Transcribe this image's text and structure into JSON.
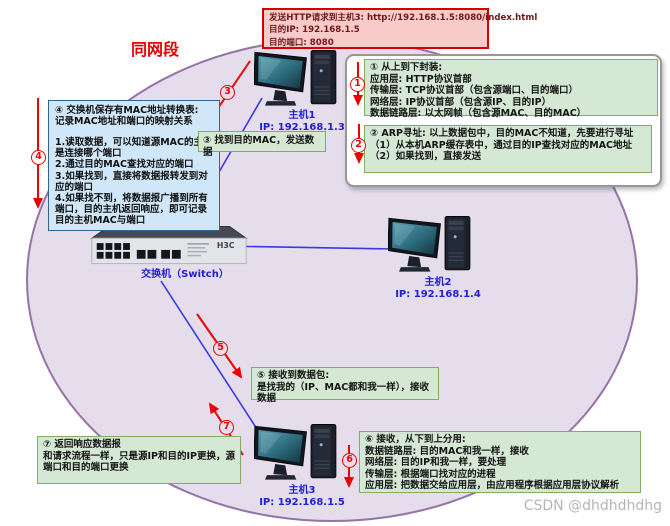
{
  "segment_label": "同网段",
  "request_box": {
    "lines": [
      "发送HTTP请求到主机3: http://192.168.1.5:8080/index.html",
      "目的IP: 192.168.1.5",
      "目的端口: 8080"
    ]
  },
  "encapsulation_box": {
    "lines": [
      "① 从上到下封装:",
      "应用层: HTTP协议首部",
      "传输层: TCP协议首部（包含源端口、目的端口）",
      "网络层: IP协议首部（包含源IP、目的IP）",
      "数据链路层: 以太网帧（包含源MAC、目的MAC）"
    ]
  },
  "arp_box": {
    "lines": [
      "② ARP寻址: 以上数据包中，目的MAC不知道，先要进行寻址",
      "（1）从本机ARP缓存表中，通过目的IP查找对应的MAC地址",
      "（2）如果找到，直接发送"
    ]
  },
  "switch_table_box": {
    "lines": [
      "④ 交换机保存有MAC地址转换表:",
      "记录MAC地址和端口的映射关系",
      "",
      "1.读取数据，可以知道源MAC的主机是连接哪个端口",
      "2.通过目的MAC查找对应的端口",
      "3.如果找到，直接将数据报转发到对应的端口",
      "4.如果找不到，将数据报广播到所有端口，目的主机返回响应，即可记录目的主机MAC与端口"
    ]
  },
  "step3_box": {
    "text": "③ 找到目的MAC，发送数据"
  },
  "step5_box": {
    "lines": [
      "⑤ 接收到数据包:",
      "是找我的（IP、MAC都和我一样），接收数据"
    ]
  },
  "step6_box": {
    "lines": [
      "⑥ 接收，从下到上分用:",
      "数据链路层: 目的MAC和我一样，接收",
      "网络层: 目的IP和我一样，要处理",
      "传输层: 根据端口找对应的进程",
      "应用层: 把数据交给应用层，由应用程序根据应用层协议解析"
    ]
  },
  "step7_box": {
    "lines": [
      "⑦ 返回响应数据报",
      "和请求流程一样，只是源IP和目的IP更换，源端口和目的端口更换"
    ]
  },
  "hosts": [
    {
      "name": "主机1",
      "ip": "IP: 192.168.1.3"
    },
    {
      "name": "主机2",
      "ip": "IP: 192.168.1.4"
    },
    {
      "name": "主机3",
      "ip": "IP: 192.168.1.5"
    }
  ],
  "switch": {
    "label": "交换机（Switch）",
    "logo": "H3C"
  },
  "circles": {
    "c1": "1",
    "c2": "2",
    "c3": "3",
    "c4": "4",
    "c5": "5",
    "c6": "6",
    "c7": "7"
  },
  "watermark": "CSDN @dhdhdhdhg",
  "colors": {
    "ellipse_fill": "#e5dcec",
    "ellipse_stroke": "#9673a6",
    "green_fill": "#d5e8d4",
    "green_stroke": "#7fae63",
    "blue_fill": "#cfe7f9",
    "blue_stroke": "#35628e",
    "pink_fill": "#f8caca",
    "pink_stroke": "#d40000",
    "link_blue": "#3a3ae0",
    "arrow_red": "#ee0000",
    "label_blue": "#1f1fd4",
    "segment_red": "#e60000"
  }
}
